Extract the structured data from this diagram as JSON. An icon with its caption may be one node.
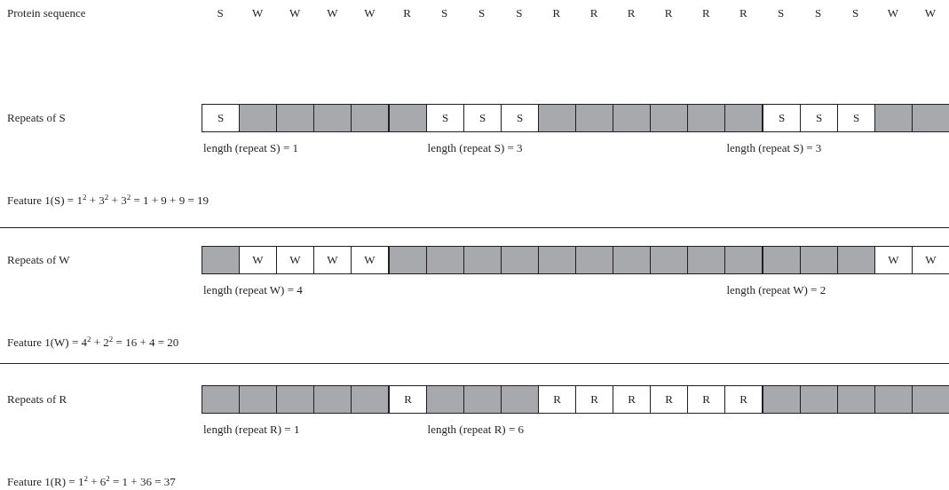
{
  "diagram": {
    "nodes": [
      {
        "text": [
          "S"
        ]
      },
      {
        "text": [],
        "shape": "box"
      },
      {
        "text": [],
        "shape": "box"
      },
      {
        "text": [],
        "shape": "box"
      },
      {
        "text": [],
        "shape": "box"
      },
      {
        "text": [],
        "shape": "box"
      },
      {
        "text": [
          "S"
        ]
      },
      {
        "text": [
          "S"
        ]
      },
      {
        "text": [
          "S"
        ]
      },
      {
        "text": [],
        "shape": "box"
      },
      {
        "text": [],
        "shape": "box"
      },
      {
        "text": [],
        "shape": "box"
      },
      {
        "text": [],
        "shape": "box"
      },
      {
        "text": [],
        "shape": "box"
      },
      {
        "text": [],
        "shape": "box"
      },
      {
        "text": [
          "S"
        ]
      },
      {
        "text": [
          "S"
        ]
      },
      {
        "text": [
          "S"
        ]
      },
      {
        "text": [],
        "shape": "box"
      },
      {
        "text": [],
        "shape": "box"
      },
      {
        "text": [],
        "shape": "box"
      },
      {
        "text": [
          "W"
        ]
      },
      {
        "text": [
          "W"
        ]
      },
      {
        "text": [
          "W"
        ]
      },
      {
        "text": [
          "W"
        ]
      },
      {
        "text": [],
        "shape": "box"
      },
      {
        "text": [],
        "shape": "box"
      },
      {
        "text": [],
        "shape": "box"
      },
      {
        "text": [],
        "shape": "box"
      },
      {
        "text": [],
        "shape": "box"
      },
      {
        "text": [],
        "shape": "box"
      },
      {
        "text": [],
        "shape": "box"
      },
      {
        "text": [],
        "shape": "box"
      },
      {
        "text": [],
        "shape": "box"
      },
      {
        "text": [],
        "shape": "box"
      },
      {
        "text": [],
        "shape": "box"
      },
      {
        "text": [],
        "shape": "box"
      },
      {
        "text": [],
        "shape": "box"
      },
      {
        "text": [
          "W"
        ]
      },
      {
        "text": [
          "W"
        ]
      },
      {
        "text": [],
        "shape": "box"
      },
      {
        "text": [],
        "shape": "box"
      },
      {
        "text": [],
        "shape": "box"
      },
      {
        "text": [],
        "shape": "box"
      },
      {
        "text": [],
        "shape": "box"
      },
      {
        "text": [
          "R"
        ]
      },
      {
        "text": [],
        "shape": "box"
      },
      {
        "text": [],
        "shape": "box"
      },
      {
        "text": [],
        "shape": "box"
      },
      {
        "text": [
          "R"
        ]
      },
      {
        "text": [
          "R"
        ]
      },
      {
        "text": [
          "R"
        ]
      },
      {
        "text": [
          "R"
        ]
      },
      {
        "text": [
          "R"
        ]
      },
      {
        "text": [
          "R"
        ]
      },
      {
        "text": [],
        "shape": "box"
      },
      {
        "text": [],
        "shape": "box"
      },
      {
        "text": [],
        "shape": "box"
      },
      {
        "text": [],
        "shape": "box"
      },
      {
        "text": [],
        "shape": "box"
      }
    ],
    "edges": [],
    "labels": [
      "Protein sequence",
      "S",
      "W",
      "W",
      "W",
      "W",
      "R",
      "S",
      "S",
      "S",
      "R",
      "R",
      "R",
      "R",
      "R",
      "R",
      "S",
      "S",
      "S",
      "W",
      "W",
      "Repeats of S",
      "length (repeat S) = 1",
      "length (repeat S) = 3",
      "length (repeat S) = 3",
      "Feature 1(S) = 1$^{2}$ + 3$^{2}$ + 3$^{2}$ = 1 + 9 + 9 = 19",
      "Repeats of W",
      "length (repeat W) = 4",
      "length (repeat W) = 2",
      "Feature 1(W) = 4$^{2}$ + 2$^{2}$ = 16 + 4 = 20",
      "Repeats of R",
      "length (repeat R) = 1",
      "length (repeat R) = 6",
      "Feature 1(R) = 1$^{2}$ + 6$^{2}$ = 1 + 36 = 37"
    ]
  }
}
